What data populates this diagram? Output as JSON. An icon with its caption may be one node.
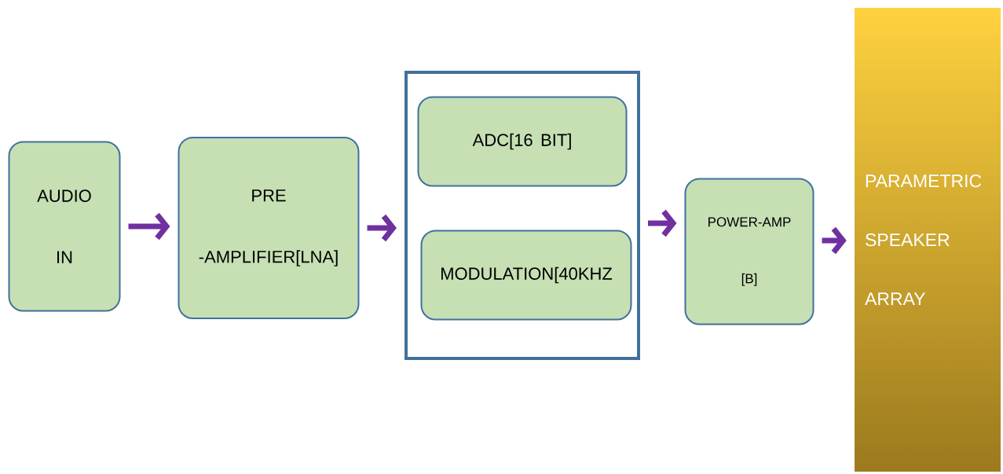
{
  "diagram": {
    "nodes": [
      {
        "text": [
          "AUDIO IN"
        ]
      },
      {
        "text": [
          "PRE -AMPLIFIER[LNA]"
        ]
      },
      {
        "text": [],
        "shape": "box"
      },
      {
        "text": [
          "ADC[16 BIT]"
        ],
        "in": 2
      },
      {
        "text": [
          "MODULATION[40KHZ"
        ],
        "in": 2
      },
      {
        "text": [
          "POWER-AMP [B]"
        ]
      },
      {
        "text": [
          "PARAMETRIC SPEAKER ARRAY"
        ]
      }
    ],
    "edges": [
      {
        "from": 0,
        "to": 1,
        "arrow": "to"
      },
      {
        "from": 1,
        "to": 2,
        "arrow": "to"
      },
      {
        "from": 2,
        "to": 5,
        "arrow": "to"
      },
      {
        "from": 5,
        "to": 6,
        "arrow": "to"
      }
    ]
  }
}
